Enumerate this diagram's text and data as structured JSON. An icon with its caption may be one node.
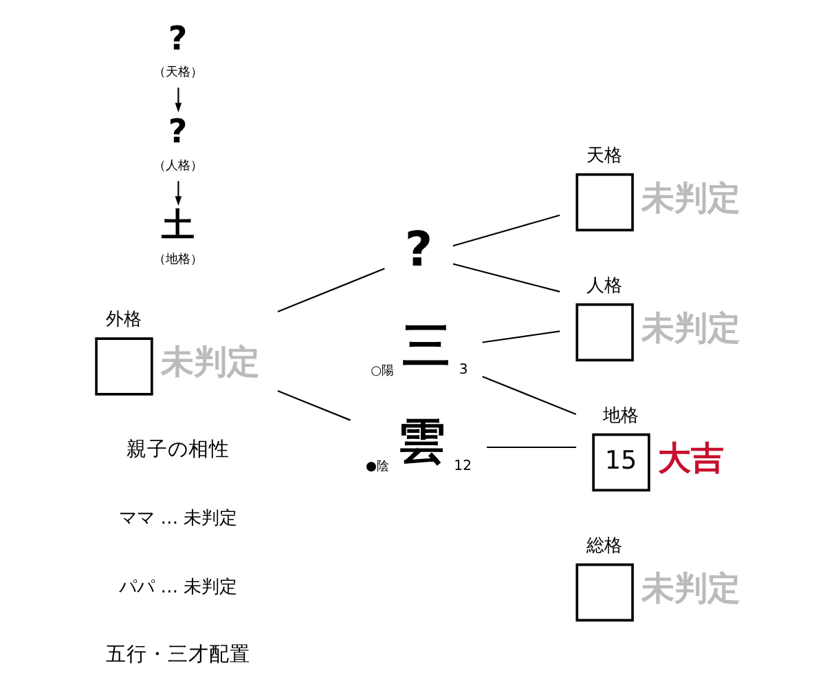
{
  "diagram": {
    "nodes": [
      {
        "text": [
          "外格"
        ],
        "beside": [
          "未判定"
        ]
      },
      {
        "text": [
          "?"
        ]
      },
      {
        "text": [
          "三"
        ],
        "beside": [
          "○陽",
          "3"
        ]
      },
      {
        "text": [
          "雲"
        ],
        "beside": [
          "●陰",
          "12"
        ]
      },
      {
        "text": [
          "天格"
        ],
        "beside": [
          "未判定"
        ]
      },
      {
        "text": [
          "人格"
        ],
        "beside": [
          "未判定"
        ]
      },
      {
        "text": [
          "地格",
          "15"
        ],
        "beside": [
          "大吉"
        ]
      },
      {
        "text": [
          "総格"
        ],
        "beside": [
          "未判定"
        ]
      },
      {
        "text": [
          "?"
        ],
        "beside": [
          "（天格）"
        ]
      },
      {
        "text": [
          "?"
        ],
        "beside": [
          "（人格）"
        ]
      },
      {
        "text": [
          "土"
        ],
        "beside": [
          "（地格）"
        ]
      }
    ],
    "edges": [
      {
        "from": 0,
        "to": 1,
        "arrow": "none"
      },
      {
        "from": 0,
        "to": 3,
        "arrow": "none"
      },
      {
        "from": 1,
        "to": 4,
        "arrow": "none"
      },
      {
        "from": 1,
        "to": 5,
        "arrow": "none"
      },
      {
        "from": 2,
        "to": 5,
        "arrow": "none"
      },
      {
        "from": 2,
        "to": 6,
        "arrow": "none"
      },
      {
        "from": 3,
        "to": 6,
        "arrow": "none"
      },
      {
        "from": 8,
        "to": 9,
        "arrow": "to"
      },
      {
        "from": 9,
        "to": 10,
        "arrow": "to"
      }
    ],
    "labels": [
      "親子の相性",
      "ママ … 未判定",
      "パパ … 未判定",
      "五行・三才配置"
    ]
  }
}
